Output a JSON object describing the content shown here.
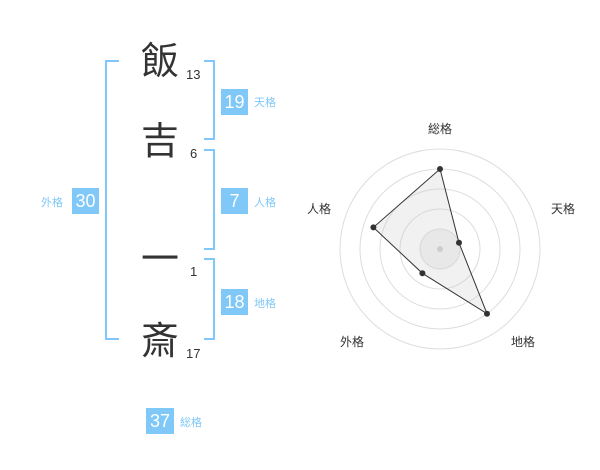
{
  "name": {
    "chars": [
      {
        "char": "飯",
        "strokes": "13"
      },
      {
        "char": "吉",
        "strokes": "6"
      },
      {
        "char": "一",
        "strokes": "1"
      },
      {
        "char": "斎",
        "strokes": "17"
      }
    ]
  },
  "fortunes": {
    "tenkaku": {
      "value": "19",
      "label": "天格"
    },
    "jinkaku": {
      "value": "7",
      "label": "人格"
    },
    "chikaku": {
      "value": "18",
      "label": "地格"
    },
    "gaikaku": {
      "value": "30",
      "label": "外格"
    },
    "soukaku": {
      "value": "37",
      "label": "総格"
    }
  },
  "colors": {
    "accent": "#7fc8f8",
    "text": "#333333"
  },
  "chart_data": {
    "type": "radar",
    "axes": [
      "総格",
      "天格",
      "地格",
      "外格",
      "人格"
    ],
    "values": [
      4,
      1,
      4,
      1.5,
      3.5
    ],
    "max": 5,
    "rings": 5
  }
}
